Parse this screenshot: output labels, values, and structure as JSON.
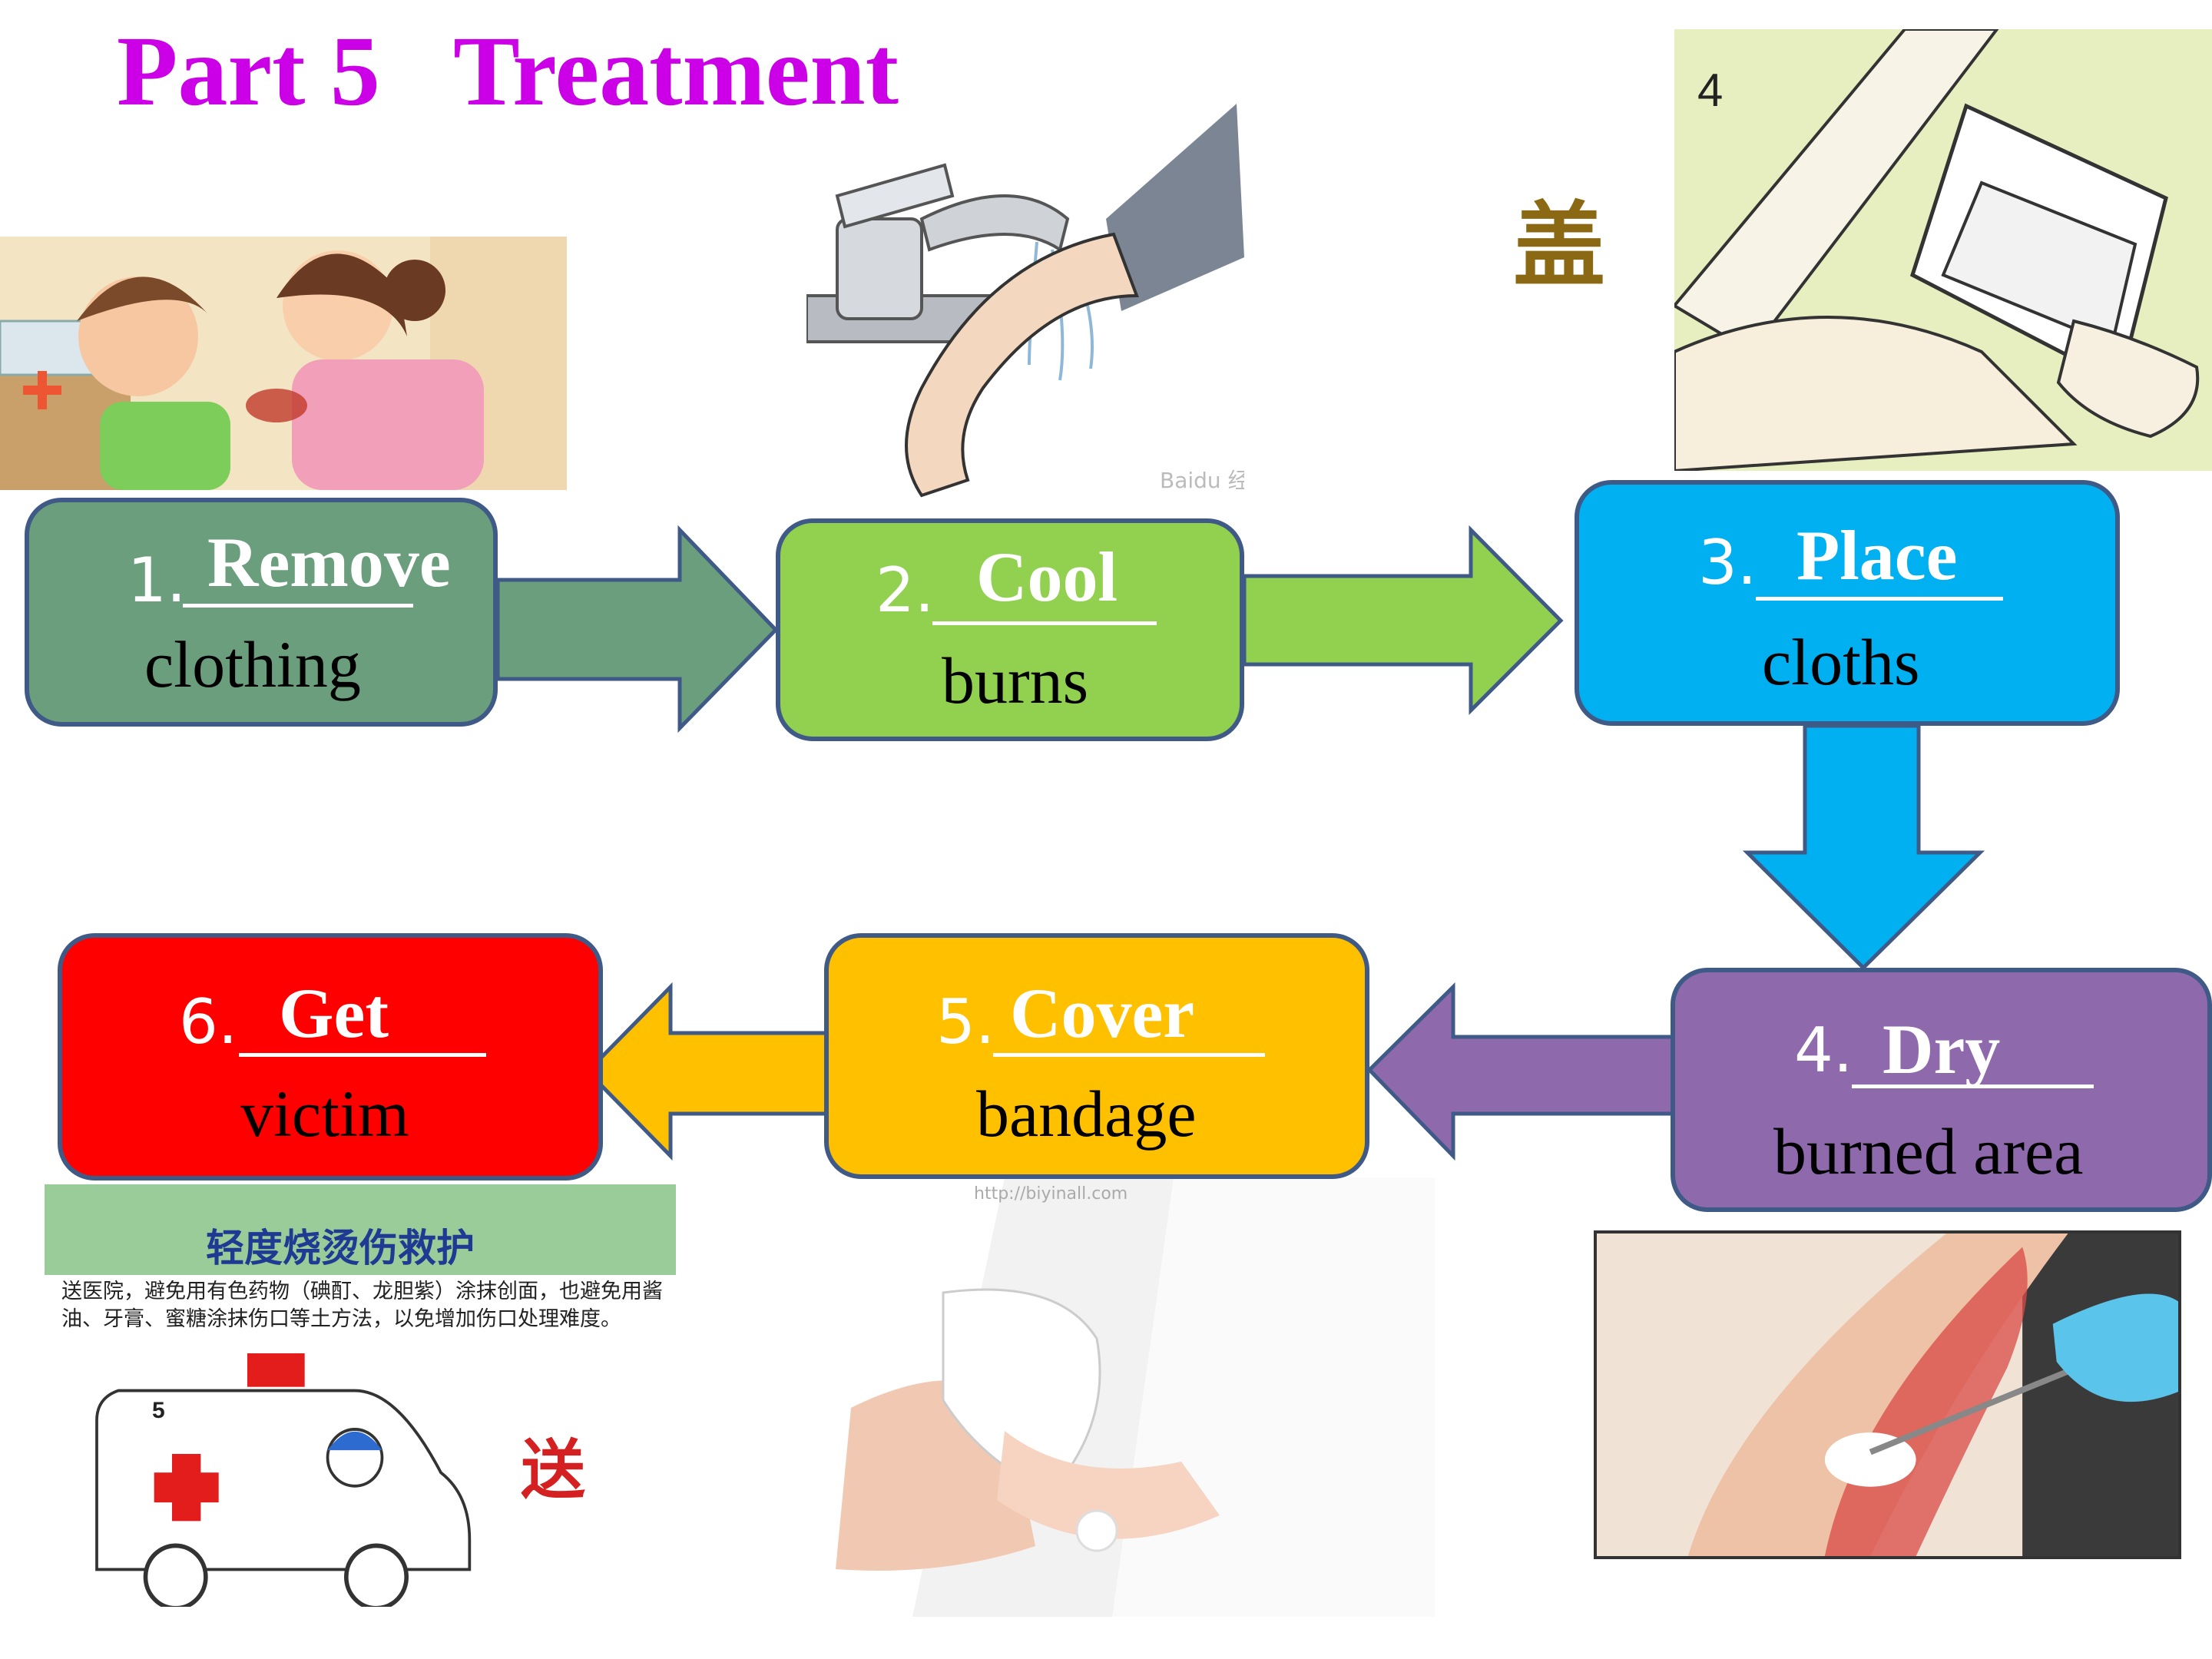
{
  "title": "Part 5   Treatment",
  "colors": {
    "title": "#cc00e6",
    "step1": "#6b9e7d",
    "step2": "#92d050",
    "step3": "#00b0f0",
    "step4": "#8e6aac",
    "step5": "#ffc000",
    "step6": "#ff0000",
    "border": "#3f5a86"
  },
  "steps": [
    {
      "number": "1.",
      "answer": "Remove",
      "text": "clothing"
    },
    {
      "number": "2.",
      "answer": "Cool",
      "text": "burns"
    },
    {
      "number": "3.",
      "answer": "Place",
      "text": "cloths"
    },
    {
      "number": "4.",
      "answer": "Dry",
      "text": "burned area"
    },
    {
      "number": "5.",
      "answer": "Cover",
      "text": "bandage"
    },
    {
      "number": "6.",
      "answer": "Get",
      "text": "victim"
    }
  ],
  "images": {
    "place_cloth": {
      "char": "盖",
      "number": "4"
    },
    "ambulance": {
      "heading": "轻度烧烫伤救护",
      "body": "送医院，避免用有色药物（碘酊、龙胆紫）涂抹创面，也避免用酱油、牙膏、蜜糖涂抹伤口等土方法，以免增加伤口处理难度。",
      "char": "送",
      "number": "5"
    },
    "bandage_watermark": "http://biyinall.com",
    "faucet_watermark": "Baidu 经验"
  }
}
